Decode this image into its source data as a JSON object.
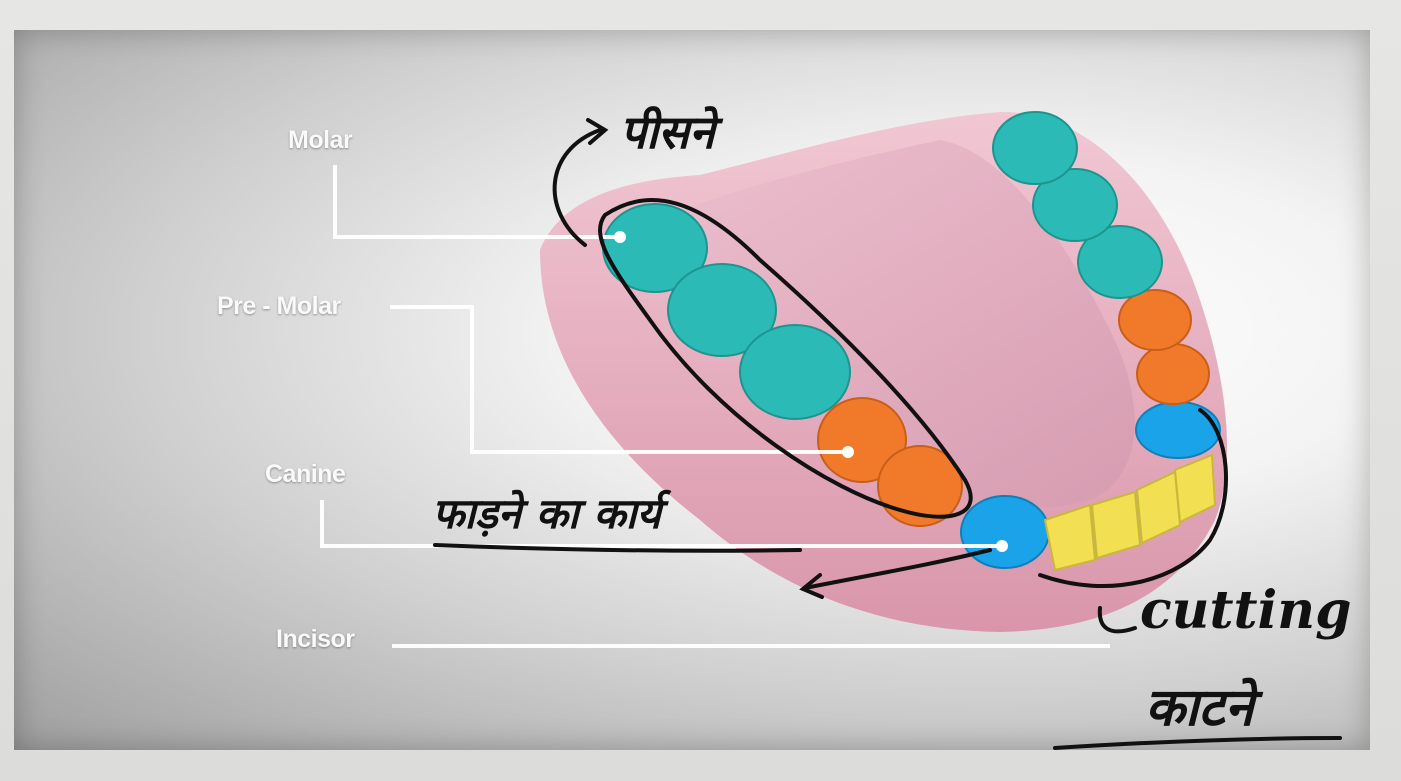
{
  "labels": {
    "molar": "Molar",
    "premolar": "Pre - Molar",
    "canine": "Canine",
    "incisor": "Incisor"
  },
  "annotations": {
    "grinding_hi": "पीसने",
    "grinding_work_hi": "फाड़ने का कार्य",
    "cutting_en": "cutting",
    "cutting_hi": "काटने"
  },
  "colors": {
    "molar": "#2bbab5",
    "premolar": "#f07a2a",
    "canine": "#1aa3e8",
    "incisor": "#f2e052",
    "gum": "#e7aebf"
  }
}
